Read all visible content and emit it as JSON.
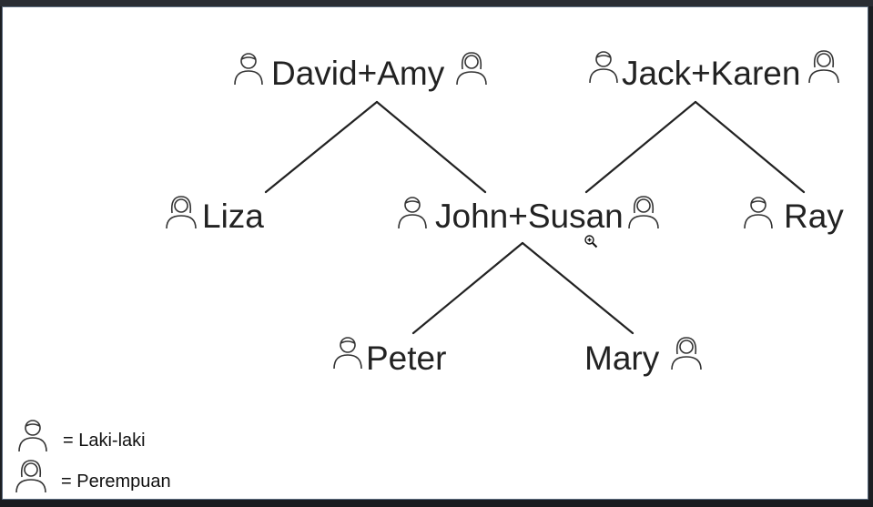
{
  "nodes": {
    "david_amy": {
      "label": "David+Amy"
    },
    "jack_karen": {
      "label": "Jack+Karen"
    },
    "liza": {
      "label": "Liza"
    },
    "john_susan": {
      "label": "John+Susan"
    },
    "ray": {
      "label": "Ray"
    },
    "peter": {
      "label": "Peter"
    },
    "mary": {
      "label": "Mary"
    }
  },
  "legend": {
    "male": {
      "label": "= Laki-laki",
      "icon": "male-person-icon"
    },
    "female": {
      "label": "= Perempuan",
      "icon": "female-person-icon"
    }
  },
  "colors": {
    "line": "#222222",
    "icon_stroke": "#333333",
    "background": "#ffffff",
    "frame": "#1c1e22"
  }
}
